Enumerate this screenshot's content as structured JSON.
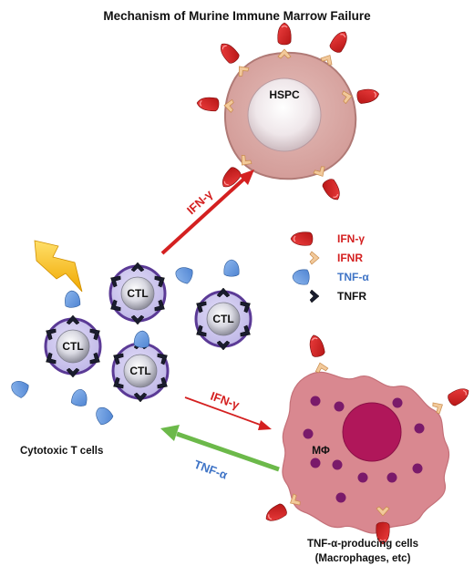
{
  "title": "Mechanism of Murine Immune Marrow Failure",
  "hspc_label": "HSPC",
  "ctl_label": "CTL",
  "macrophage_label": "MΦ",
  "cytotoxic_caption": "Cytotoxic T cells",
  "producing_caption_line1": "TNF-α-producing cells",
  "producing_caption_line2": "(Macrophages, etc)",
  "arrows": {
    "ctl_to_hspc": "IFN-γ",
    "ctl_to_mac": "IFN-γ",
    "mac_to_ctl": "TNF-α"
  },
  "legend": [
    {
      "label": "IFN-γ",
      "icon": "ifn-gamma-icon",
      "color": "#d42020"
    },
    {
      "label": "IFNR",
      "icon": "ifnr-receptor-icon",
      "color": "#d42020"
    },
    {
      "label": "TNF-α",
      "icon": "tnf-alpha-icon",
      "color": "#3f74c6"
    },
    {
      "label": "TNFR",
      "icon": "tnfr-receptor-icon",
      "color": "#111111"
    }
  ],
  "colors": {
    "ifn_red": "#d42020",
    "tnf_blue": "#3f74c6",
    "tnf_arrow_green": "#6cb94a",
    "ctl_membrane": "#6a3fa0",
    "ctl_fill": "#cdc8ee",
    "hspc_fill": "#dcaaa6",
    "macrophage_fill": "#d98890",
    "macrophage_nucleus": "#b0175a",
    "lightning": "#f7c31a"
  }
}
